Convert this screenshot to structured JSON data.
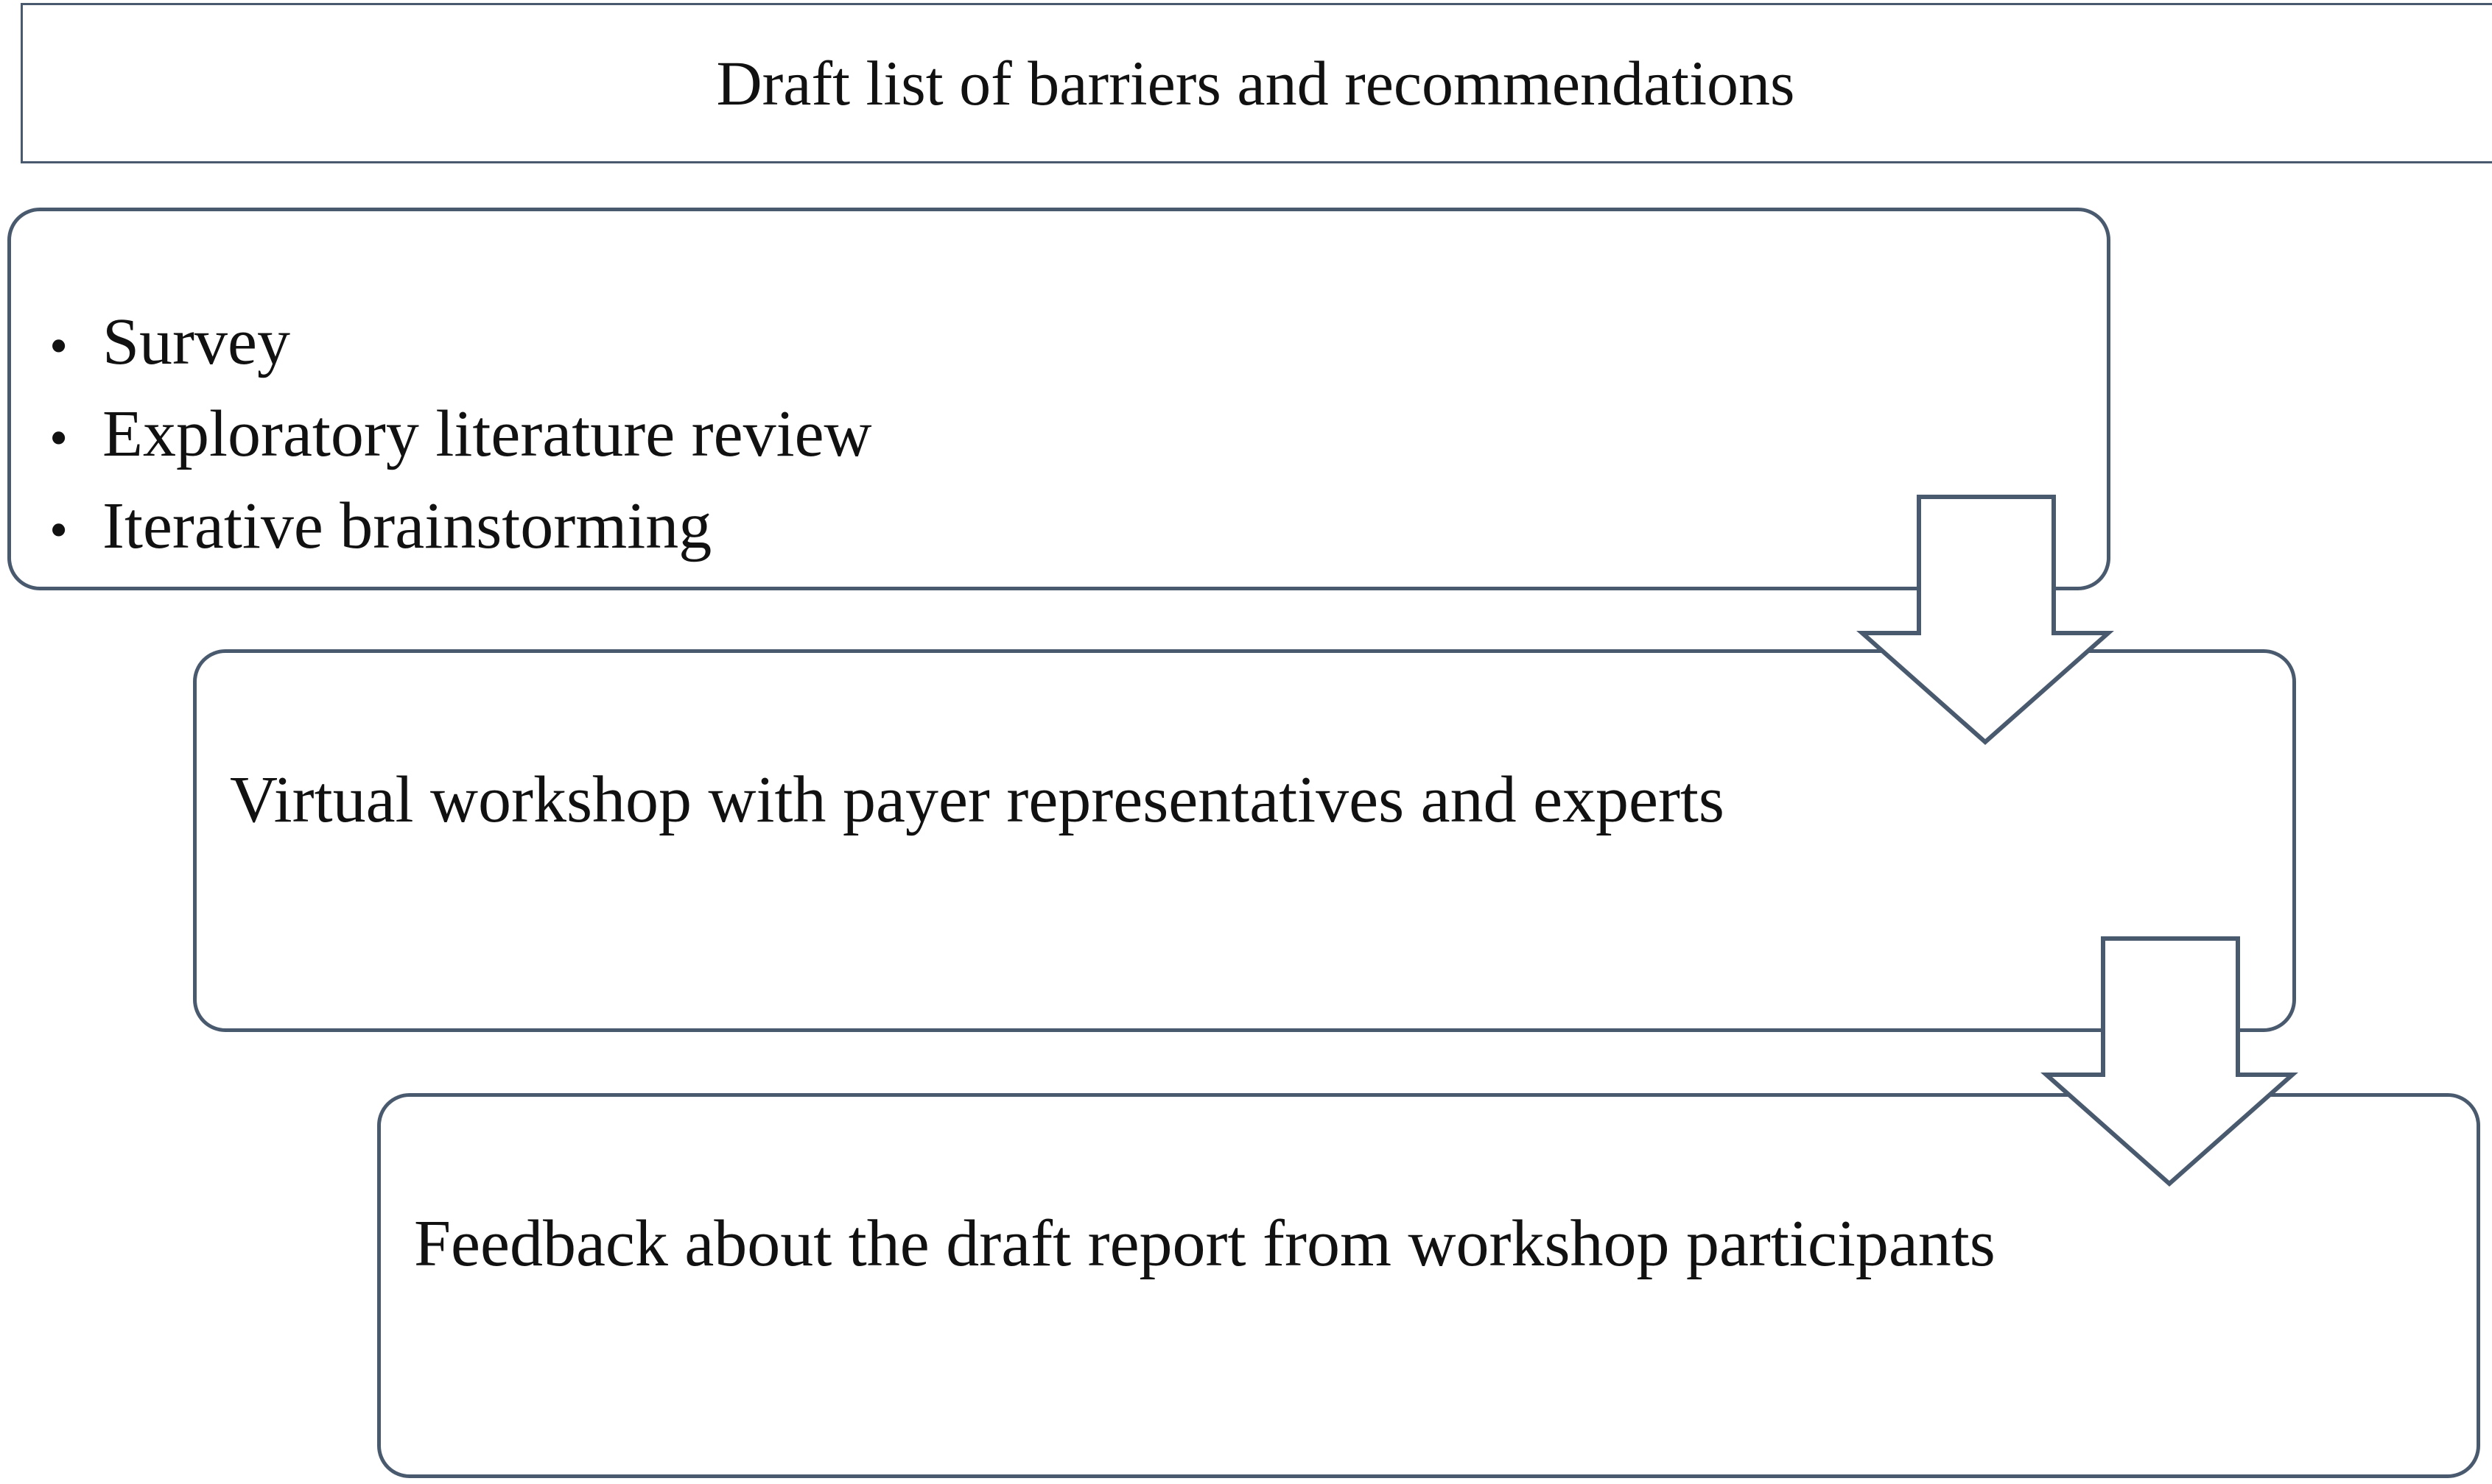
{
  "header": {
    "title": "Draft list of barriers and recommendations"
  },
  "steps": [
    {
      "items": [
        "Survey",
        "Exploratory literature review",
        "Iterative brainstorming"
      ],
      "bullet": "•"
    },
    {
      "text": "Virtual workshop with payer representatives and experts"
    },
    {
      "text": "Feedback about the draft report from workshop participants"
    }
  ],
  "colors": {
    "border": "#4a5a6e",
    "text": "#111111",
    "background": "#ffffff"
  },
  "icons": {
    "arrow_1": "down-arrow-outline",
    "arrow_2": "down-arrow-outline"
  }
}
